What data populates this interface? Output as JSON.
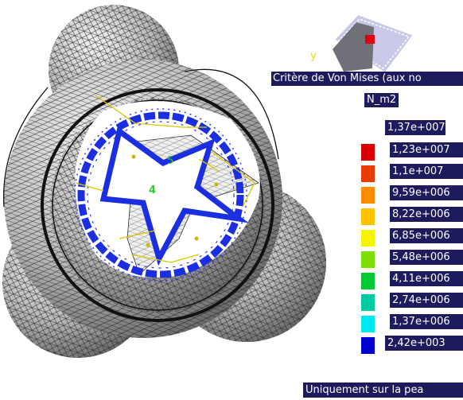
{
  "axis": {
    "y_label": "y"
  },
  "legend": {
    "title": "Critère de Von Mises (aux no",
    "unit": "N_m2",
    "top_value": "1,37e+007",
    "entries": [
      {
        "label": "1,23e+007",
        "color": "#d80000"
      },
      {
        "label": "1,1e+007",
        "color": "#e83c00"
      },
      {
        "label": "9,59e+006",
        "color": "#ff8a00"
      },
      {
        "label": "8,22e+006",
        "color": "#ffc000"
      },
      {
        "label": "6,85e+006",
        "color": "#f5f500"
      },
      {
        "label": "5,48e+006",
        "color": "#7ee000"
      },
      {
        "label": "4,11e+006",
        "color": "#00c836"
      },
      {
        "label": "2,74e+006",
        "color": "#00c8a0"
      },
      {
        "label": "1,37e+006",
        "color": "#00e8f0"
      },
      {
        "label": "2,42e+003",
        "color": "#0000d0"
      }
    ],
    "footer": "Uniquement sur la pea"
  },
  "nodes": {
    "label_4": "4",
    "label_5": "5"
  }
}
